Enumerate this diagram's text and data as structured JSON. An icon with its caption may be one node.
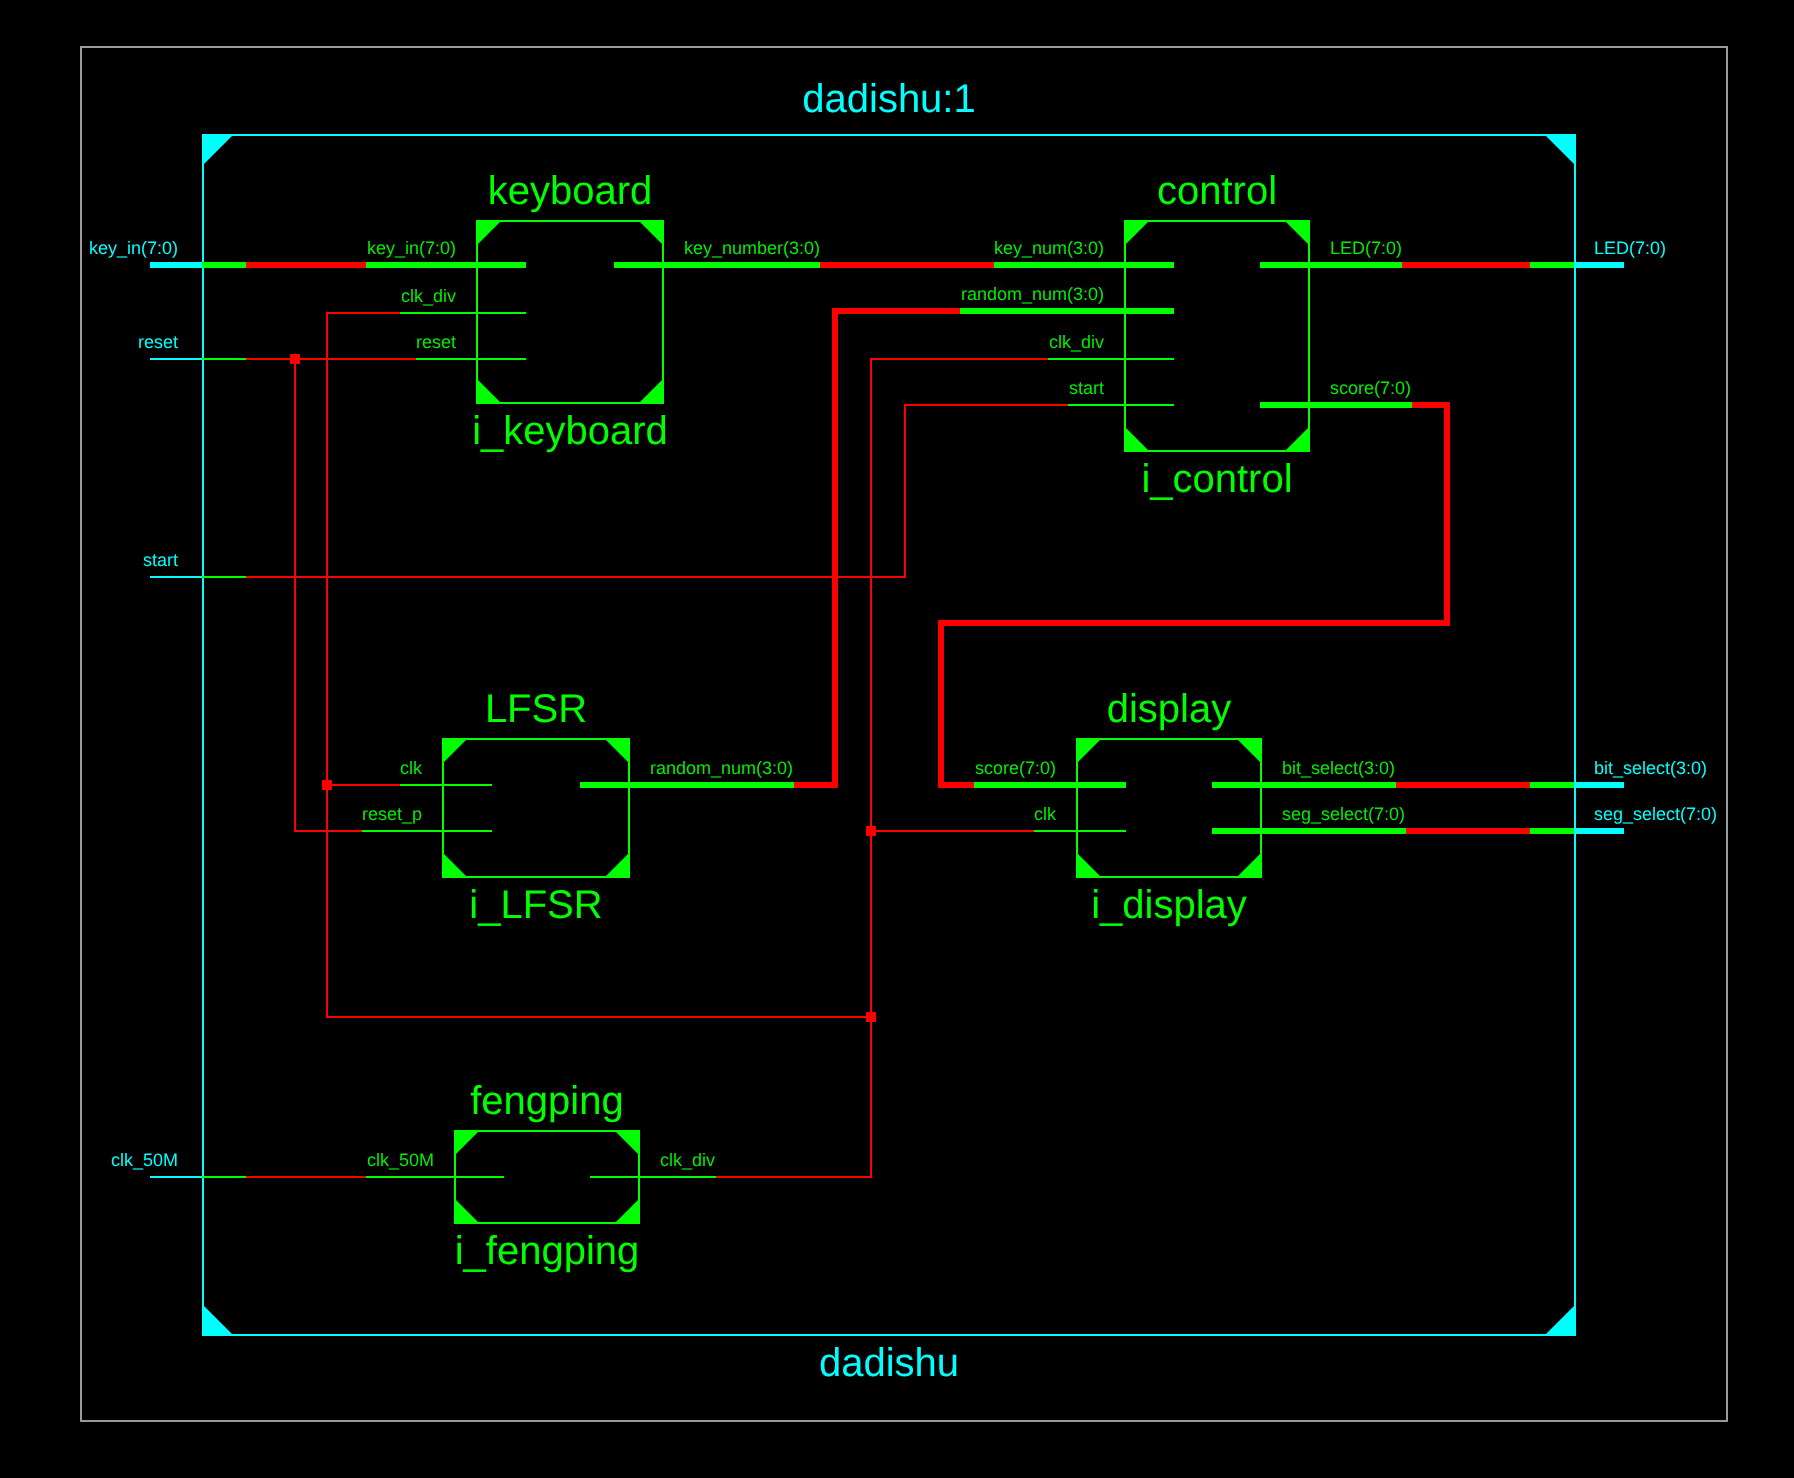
{
  "diagram": {
    "nodes": [
      {
        "text": [
          "dadishu:1",
          "dadishu"
        ]
      },
      {
        "text": [
          "keyboard",
          "i_keyboard"
        ],
        "in": 0
      },
      {
        "text": [
          "control",
          "i_control"
        ],
        "in": 0
      },
      {
        "text": [
          "LFSR",
          "i_LFSR"
        ],
        "in": 0
      },
      {
        "text": [
          "display",
          "i_display"
        ],
        "in": 0
      },
      {
        "text": [
          "fengping",
          "i_fengping"
        ],
        "in": 0
      },
      {
        "text": [
          "key_in(7:0)"
        ],
        "in": 0
      },
      {
        "text": [
          "clk_div"
        ],
        "in": 0
      },
      {
        "text": [
          "reset"
        ],
        "in": 0
      },
      {
        "text": [
          "key_number(3:0)"
        ],
        "in": 0
      },
      {
        "text": [
          "key_num(3:0)"
        ],
        "in": 0
      },
      {
        "text": [
          "random_num(3:0)"
        ],
        "in": 0
      },
      {
        "text": [
          "clk_div"
        ],
        "in": 0
      },
      {
        "text": [
          "start"
        ],
        "in": 0
      },
      {
        "text": [
          "LED(7:0)"
        ],
        "in": 0
      },
      {
        "text": [
          "score(7:0)"
        ],
        "in": 0
      },
      {
        "text": [
          "clk"
        ],
        "in": 0
      },
      {
        "text": [
          "reset_p"
        ],
        "in": 0
      },
      {
        "text": [
          "random_num(3:0)"
        ],
        "in": 0
      },
      {
        "text": [
          "score(7:0)"
        ],
        "in": 0
      },
      {
        "text": [
          "clk"
        ],
        "in": 0
      },
      {
        "text": [
          "bit_select(3:0)"
        ],
        "in": 0
      },
      {
        "text": [
          "seg_select(7:0)"
        ],
        "in": 0
      },
      {
        "text": [
          "clk_50M"
        ],
        "in": 0
      },
      {
        "text": [
          "clk_div"
        ],
        "in": 0
      },
      {
        "text": [
          "key_in(7:0)"
        ]
      },
      {
        "text": [
          "reset"
        ]
      },
      {
        "text": [
          "start"
        ]
      },
      {
        "text": [
          "clk_50M"
        ]
      },
      {
        "text": [
          "LED(7:0)"
        ]
      },
      {
        "text": [
          "bit_select(3:0)"
        ]
      },
      {
        "text": [
          "seg_select(7:0)"
        ]
      }
    ],
    "edges": [
      {
        "from": 25,
        "to": 6,
        "arrow": "none",
        "style": "thick"
      },
      {
        "from": 9,
        "to": 10,
        "arrow": "none",
        "style": "thick"
      },
      {
        "from": 18,
        "to": 11,
        "arrow": "none",
        "style": "thick"
      },
      {
        "from": 14,
        "to": 29,
        "arrow": "none",
        "style": "thick"
      },
      {
        "from": 15,
        "to": 19,
        "arrow": "none",
        "style": "thick"
      },
      {
        "from": 21,
        "to": 30,
        "arrow": "none",
        "style": "thick"
      },
      {
        "from": 22,
        "to": 31,
        "arrow": "none",
        "style": "thick"
      },
      {
        "from": 26,
        "to": 8,
        "arrow": "none"
      },
      {
        "from": 26,
        "to": 17,
        "arrow": "none"
      },
      {
        "from": 27,
        "to": 13,
        "arrow": "none"
      },
      {
        "from": 28,
        "to": 23,
        "arrow": "none"
      },
      {
        "from": 24,
        "to": 7,
        "arrow": "none"
      },
      {
        "from": 24,
        "to": 12,
        "arrow": "none"
      },
      {
        "from": 24,
        "to": 16,
        "arrow": "none"
      },
      {
        "from": 24,
        "to": 20,
        "arrow": "none"
      }
    ]
  }
}
